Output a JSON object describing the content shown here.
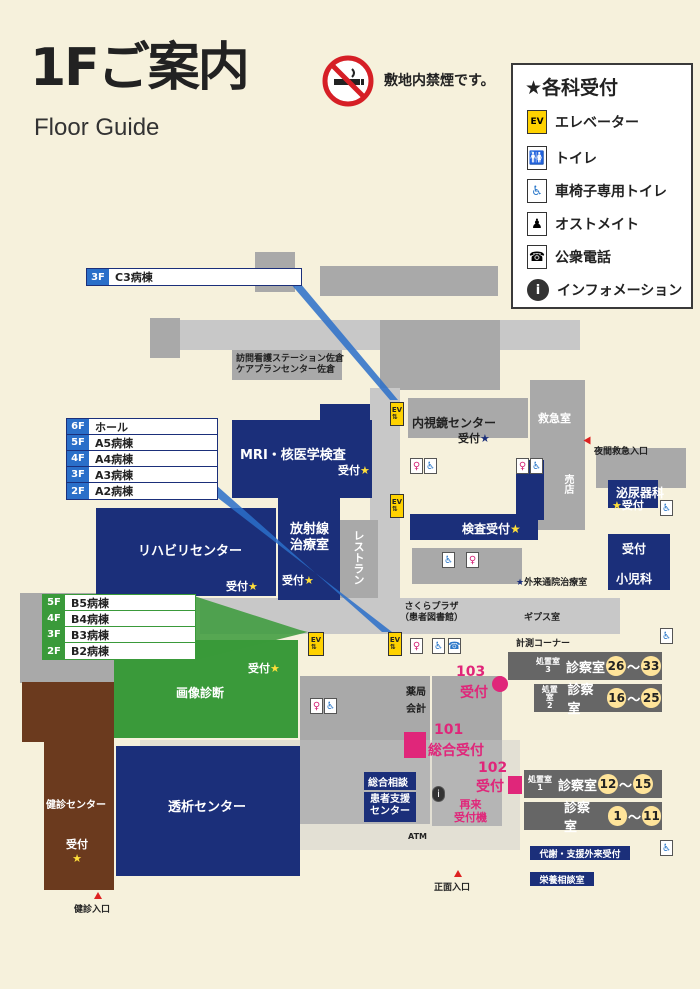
{
  "header": {
    "title": "1Fご案内",
    "subtitle": "Floor Guide",
    "no_smoking": "敷地内禁煙です。"
  },
  "legend": {
    "title": "★各科受付",
    "items": [
      {
        "icon": "elevator-icon",
        "glyph": "EV",
        "label": "エレベーター"
      },
      {
        "icon": "toilet-icon",
        "glyph": "🚻",
        "label": "トイレ"
      },
      {
        "icon": "wheelchair-toilet-icon",
        "glyph": "♿",
        "label": "車椅子専用トイレ"
      },
      {
        "icon": "ostomate-icon",
        "glyph": "♟",
        "label": "オストメイト"
      },
      {
        "icon": "phone-icon",
        "glyph": "☎",
        "label": "公衆電話"
      },
      {
        "icon": "info-icon",
        "glyph": "i",
        "label": "インフォメーション"
      }
    ]
  },
  "wards": {
    "c3": {
      "floor": "3F",
      "name": "C3病棟"
    },
    "upper": [
      {
        "floor": "6F",
        "name": "ホール"
      },
      {
        "floor": "5F",
        "name": "A5病棟"
      },
      {
        "floor": "4F",
        "name": "A4病棟"
      },
      {
        "floor": "3F",
        "name": "A3病棟"
      },
      {
        "floor": "2F",
        "name": "A2病棟"
      }
    ],
    "lower": [
      {
        "floor": "5F",
        "name": "B5病棟"
      },
      {
        "floor": "4F",
        "name": "B4病棟"
      },
      {
        "floor": "3F",
        "name": "B3病棟"
      },
      {
        "floor": "2F",
        "name": "B2病棟"
      }
    ]
  },
  "rooms": {
    "visiting_nurse": "訪問看護ステーション佐倉\nケアプランセンター佐倉",
    "mri": "MRI・核医学検査",
    "reception": "受付",
    "endoscopy": "内視鏡センター",
    "emergency": "救急室",
    "night_entrance": "夜間救急入口",
    "shop": "売店",
    "urology": "泌尿器科",
    "pediatrics": "小児科",
    "radiology": "放射線\n治療室",
    "restaurant": "レストラン",
    "exam": "検査受付",
    "rehab": "リハビリセンター",
    "outpatient_chemo": "外来通院治療室",
    "sakura_plaza": "さくらプラザ\n（患者図書館）",
    "cast_room": "ギプス室",
    "measuring": "計測コーナー",
    "imaging": "画像診断",
    "pharmacy": "薬局",
    "accounting": "会計",
    "general_reception": "総合受付",
    "general_consult": "総合相談",
    "patient_support": "患者支援\nセンター",
    "atm": "ATM",
    "revisit": "再来\n受付機",
    "dialysis": "透析センター",
    "checkup": "健診センター",
    "checkup_entrance": "健診入口",
    "main_entrance": "正面入口",
    "consult_room": "診察室",
    "proc_room": "処置室",
    "proxy": "代謝・支援外来受付",
    "nutrition": "栄養相談室",
    "num_103": "103",
    "num_101": "101",
    "num_102": "102",
    "proc3": "3",
    "proc2": "2",
    "proc1": "1",
    "range1": [
      "26",
      "33"
    ],
    "range2": [
      "16",
      "25"
    ],
    "range3": [
      "12",
      "15"
    ],
    "range4": [
      "1",
      "11"
    ],
    "tilde": "〜"
  },
  "colors": {
    "navy": "#1b2f7a",
    "green": "#3a9a3a",
    "brown": "#6b3a1e",
    "pink": "#e0267a",
    "bg": "#f6f1dc"
  }
}
